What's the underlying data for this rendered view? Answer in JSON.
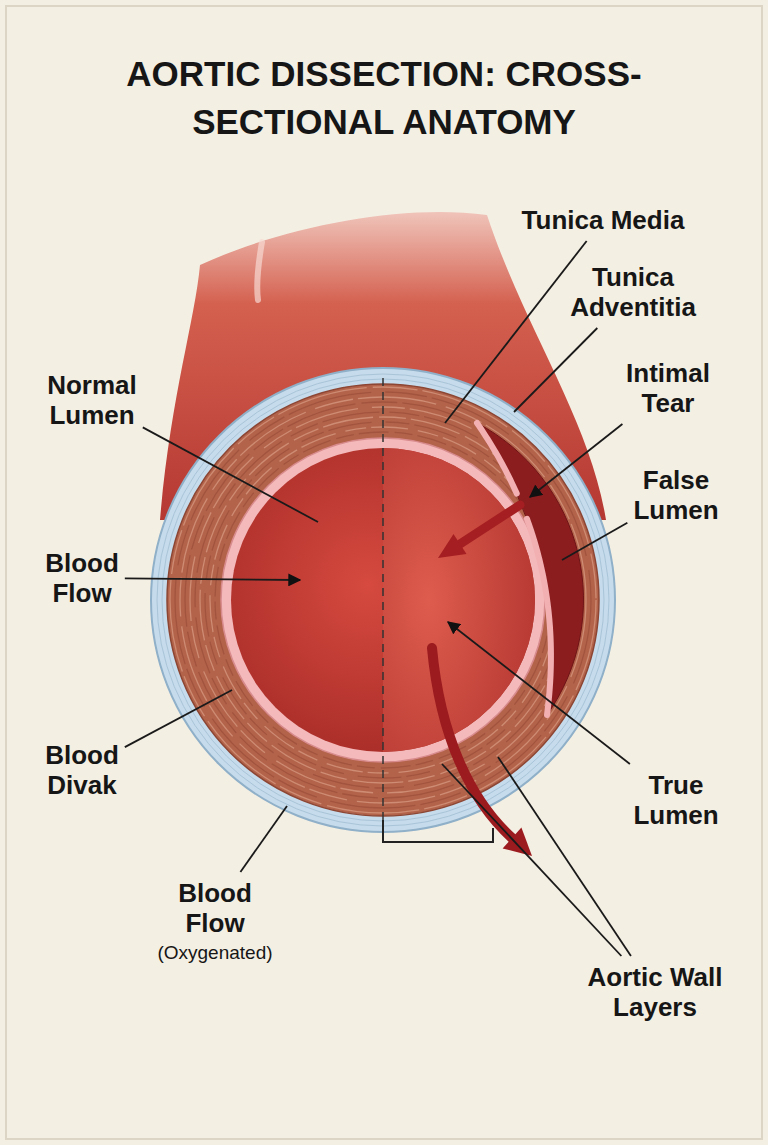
{
  "diagram": {
    "title": "AORTIC DISSECTION: CROSS-SECTIONAL ANATOMY",
    "labels": [
      "Tunica Media",
      "Tunica Adventitia",
      "Intimal Tear",
      "False Lumen",
      "Normal Lumen",
      "Blood Flow",
      "Blood Divak",
      "Blood Flow",
      "(Oxygenated)",
      "True Lumen",
      "Aortic Wall Layers"
    ]
  }
}
